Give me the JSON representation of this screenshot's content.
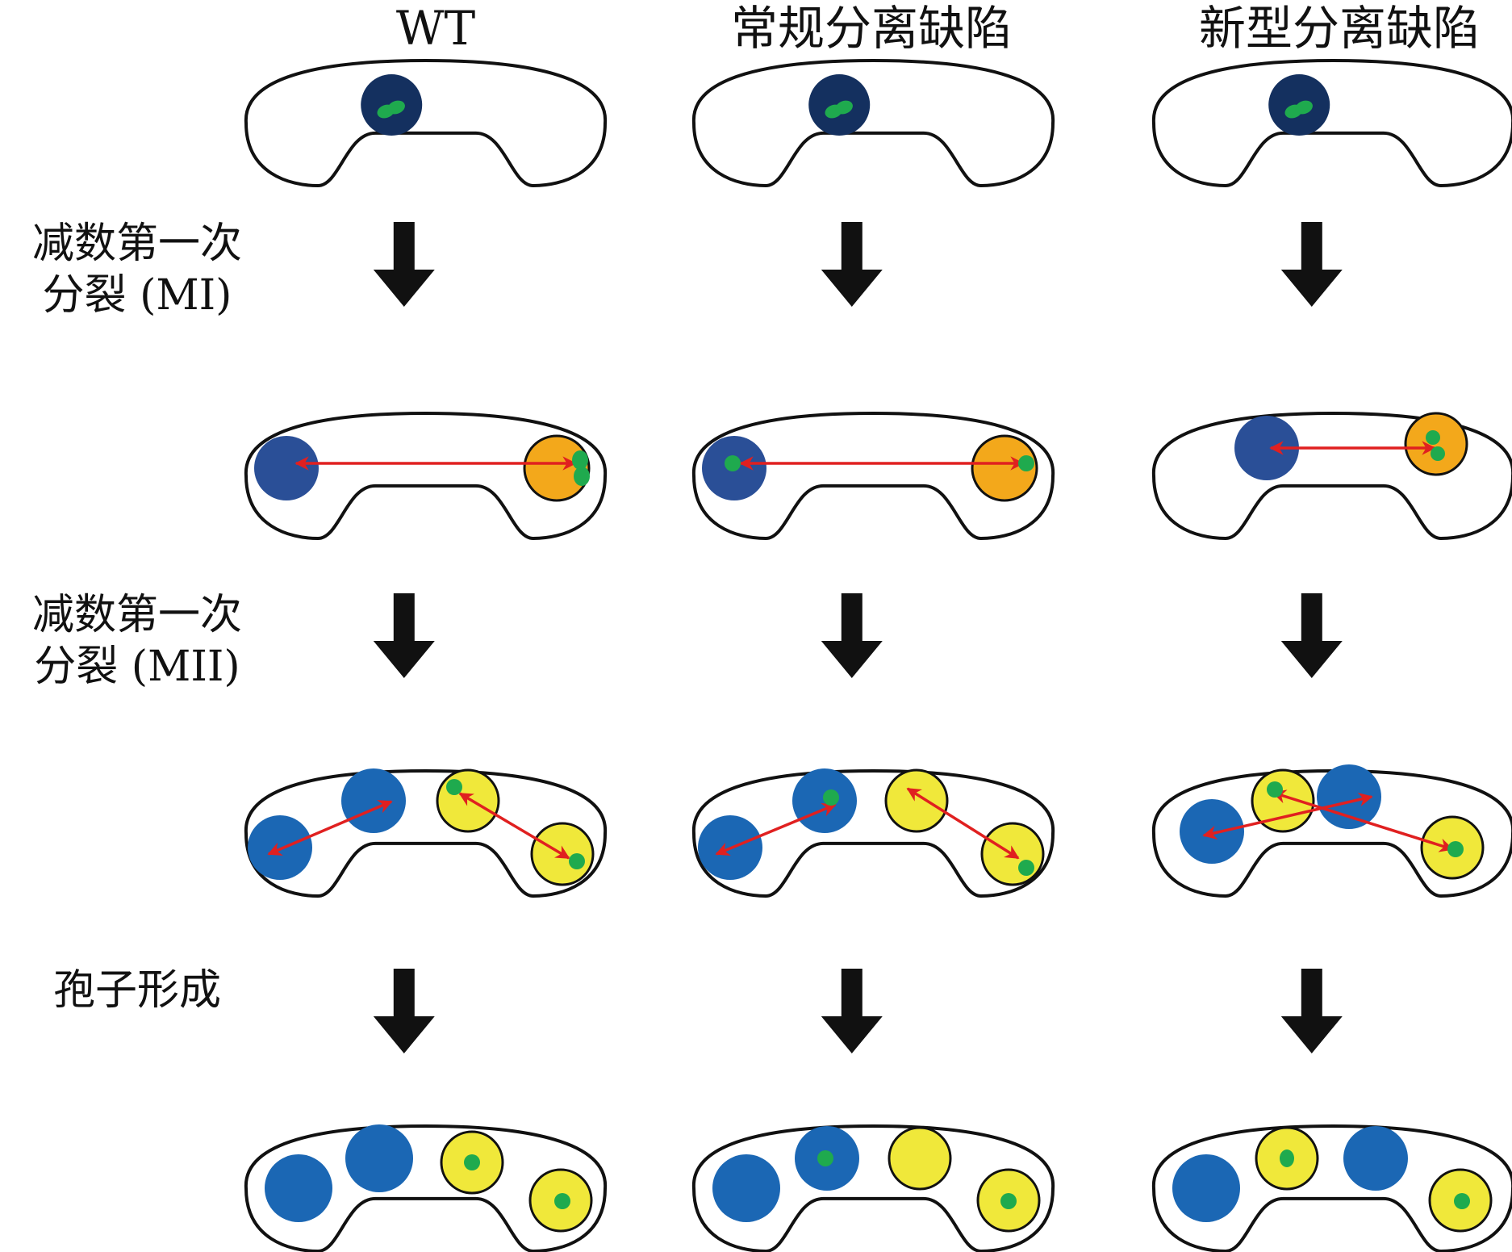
{
  "columns": [
    "WT",
    "常规分离缺陷",
    "新型分离缺陷"
  ],
  "stage_labels": {
    "mi": {
      "line1": "减数第一次",
      "line2": "分裂 (MI)"
    },
    "mii": {
      "line1": "减数第一次",
      "line2": "分裂 (MII)"
    },
    "spore": {
      "line1": "孢子形成"
    }
  },
  "colors": {
    "cell_outline": "#111111",
    "nucleus_initial": "#14305f",
    "nucleus_blue_mi": "#2a4f97",
    "nucleus_blue": "#1b67b4",
    "nucleus_orange": "#f3a81b",
    "nucleus_yellow": "#f0e83a",
    "chromosome_green": "#1faa4e",
    "spindle_arrow": "#e02020",
    "process_arrow": "#111111"
  }
}
